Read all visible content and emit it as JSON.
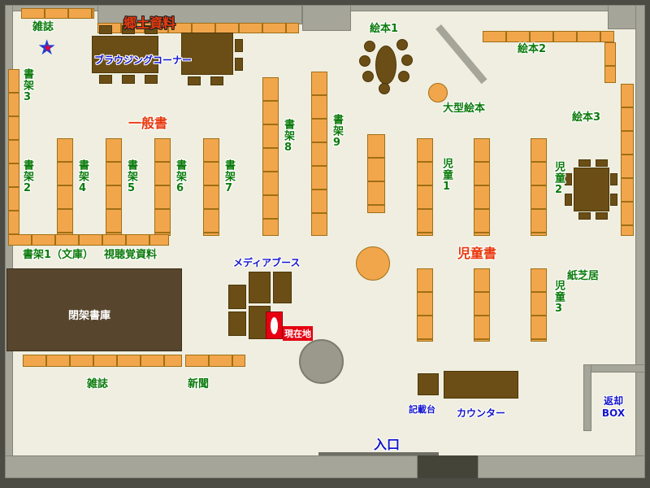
{
  "labels": {
    "magazines_top": "雑誌",
    "local_materials": "郷土資料",
    "browsing_corner": "ブラウジングコーナー",
    "shelf3": "書架3",
    "shelf2": "書架2",
    "general_books": "一般書",
    "shelf4": "書架4",
    "shelf5": "書架5",
    "shelf6": "書架6",
    "shelf7": "書架7",
    "shelf8": "書架8",
    "shelf9": "書架9",
    "picture_books1": "絵本1",
    "picture_books2": "絵本2",
    "large_picture_books": "大型絵本",
    "picture_books3": "絵本3",
    "children1": "児童1",
    "children2": "児童2",
    "children3": "児童3",
    "children_books": "児童書",
    "kamishibai": "紙芝居",
    "shelf1_bunko": "書架1（文庫）",
    "audiovisual": "視聴覚資料",
    "media_booth": "メディアブース",
    "closed_stacks": "閉架書庫",
    "current_location": "現在地",
    "magazines_bottom": "雑誌",
    "newspapers": "新聞",
    "writing_desk": "記載台",
    "counter": "カウンター",
    "entrance": "入口",
    "return_box": "返却BOX"
  },
  "colors": {
    "floor": "#EFEEE0",
    "wall": "#A6A599",
    "shelf": "#F2A64C",
    "shelf-border": "#A06F14",
    "wood": "#6B4E16",
    "stack": "#57452D",
    "green": "#0B7A0B",
    "blue": "#1414CC",
    "red": "#E8380D",
    "marker": "#E60012"
  }
}
